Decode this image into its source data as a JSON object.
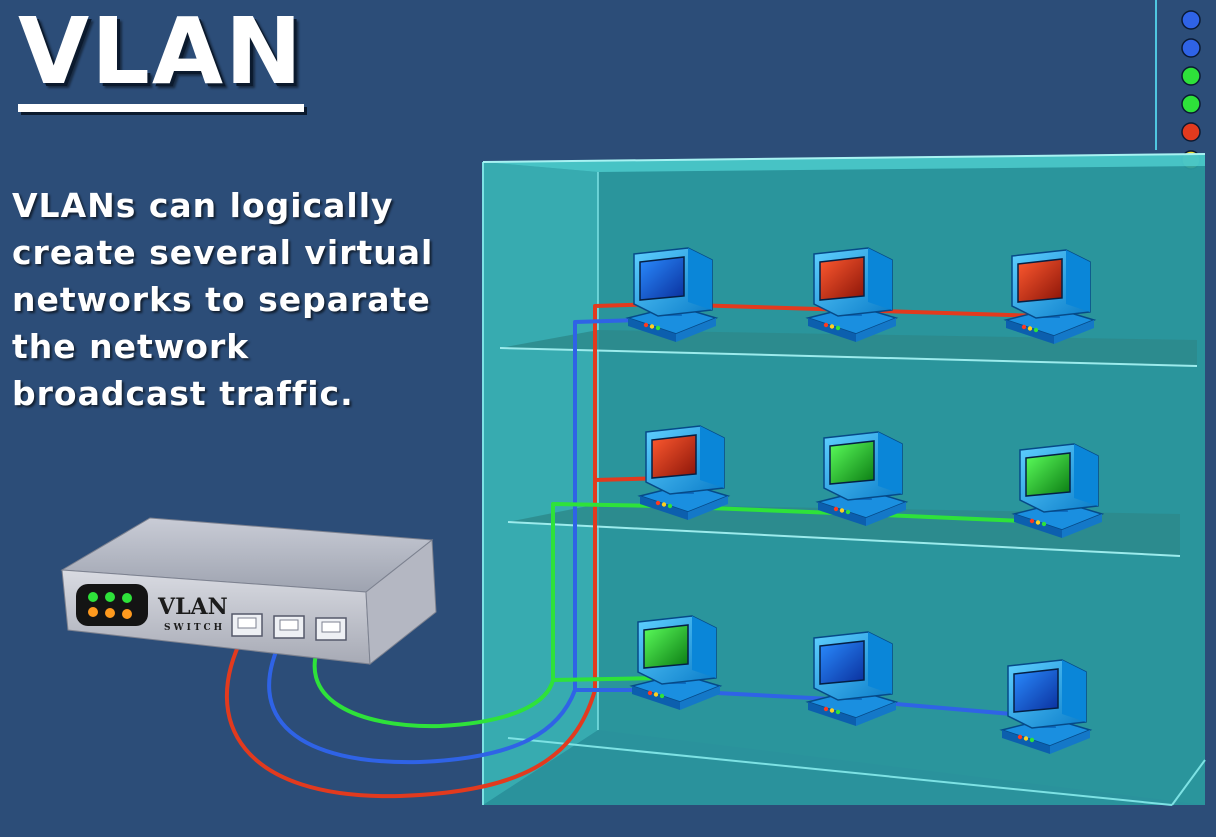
{
  "title": "VLAN",
  "description": "VLANs can logically create several virtual networks to separate the network broadcast traffic.",
  "switch": {
    "label": "VLAN",
    "sublabel": "SWITCH",
    "ports": 3
  },
  "vlans": [
    {
      "color": "#e23a1e"
    },
    {
      "color": "#2f63e6"
    },
    {
      "color": "#2ee23a"
    }
  ],
  "shelves": [
    {
      "computers": [
        {
          "screen": "blue"
        },
        {
          "screen": "red"
        },
        {
          "screen": "red"
        }
      ]
    },
    {
      "computers": [
        {
          "screen": "red"
        },
        {
          "screen": "green"
        },
        {
          "screen": "green"
        }
      ]
    },
    {
      "computers": [
        {
          "screen": "green"
        },
        {
          "screen": "blue"
        },
        {
          "screen": "blue"
        }
      ]
    }
  ],
  "corner_legend_dots": [
    "#2f63e6",
    "#2f63e6",
    "#2ee23a",
    "#2ee23a",
    "#e23a1e",
    "#f2e23a"
  ]
}
